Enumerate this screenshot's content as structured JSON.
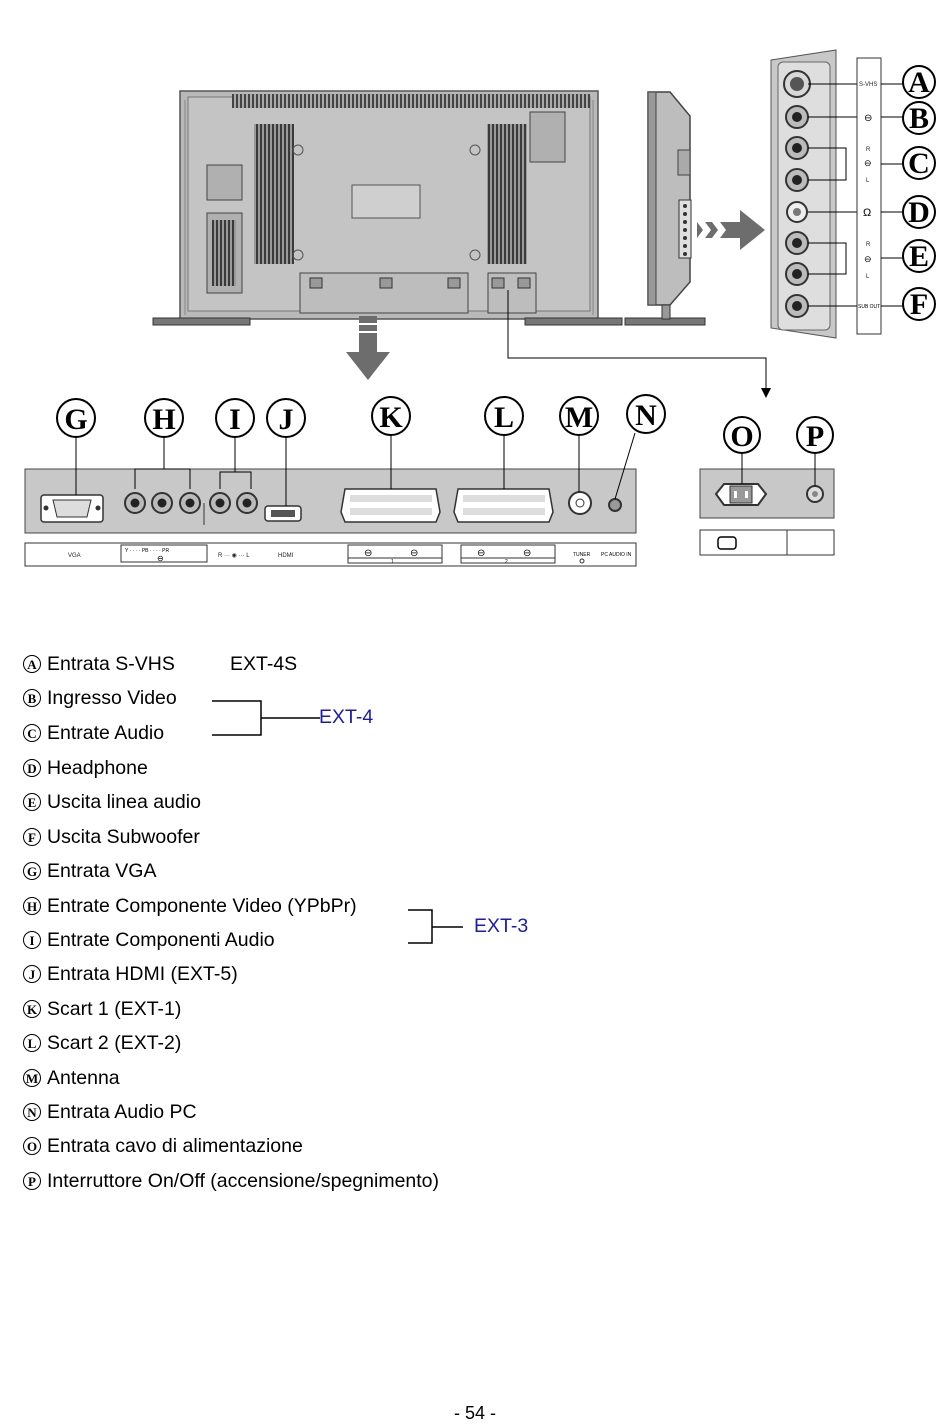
{
  "diagram": {
    "callouts_side": [
      "A",
      "B",
      "C",
      "D",
      "E",
      "F"
    ],
    "callouts_bottom": [
      "G",
      "H",
      "I",
      "J",
      "K",
      "L",
      "M",
      "N"
    ],
    "callouts_power": [
      "O",
      "P"
    ],
    "side_labels": {
      "svhs": "S-VHS",
      "r": "R",
      "l": "L",
      "sub_out": "SUB OUT"
    },
    "bottom_labels": {
      "vga": "VGA",
      "ypbpr": "Y · · · · PB · · · · PR",
      "audio_rl": "R ··· ◉ ··· L",
      "hdmi": "HDMI",
      "scart1": "1",
      "scart2": "2",
      "tuner": "TUNER",
      "pc_audio_in": "PC AUDIO IN"
    }
  },
  "legend": {
    "items": [
      {
        "letter": "A",
        "text": "Entrata S-VHS"
      },
      {
        "letter": "B",
        "text": "Ingresso Video"
      },
      {
        "letter": "C",
        "text": "Entrate Audio"
      },
      {
        "letter": "D",
        "text": "Headphone"
      },
      {
        "letter": "E",
        "text": "Uscita linea audio"
      },
      {
        "letter": "F",
        "text": "Uscita Subwoofer"
      },
      {
        "letter": "G",
        "text": "Entrata VGA"
      },
      {
        "letter": "H",
        "text": "Entrate Componente Video (YPbPr)"
      },
      {
        "letter": "I",
        "text": "Entrate Componenti Audio"
      },
      {
        "letter": "J",
        "text": "Entrata HDMI (EXT-5)"
      },
      {
        "letter": "K",
        "text": "Scart 1 (EXT-1)"
      },
      {
        "letter": "L",
        "text": "Scart 2 (EXT-2)"
      },
      {
        "letter": "M",
        "text": "Antenna"
      },
      {
        "letter": "N",
        "text": "Entrata Audio PC"
      },
      {
        "letter": "O",
        "text": "Entrata cavo di alimentazione"
      },
      {
        "letter": "P",
        "text": "Interruttore On/Off (accensione/spegnimento)"
      }
    ],
    "ext4s_label": "EXT-4S",
    "ext4_label": "EXT-4",
    "ext3_label": "EXT-3"
  },
  "footer": {
    "page_number": "- 54 -"
  },
  "colors": {
    "ext_blue": "#1a1ab8",
    "panel_grey": "#c8c8c8",
    "tv_grey": "#b9b9b9"
  }
}
